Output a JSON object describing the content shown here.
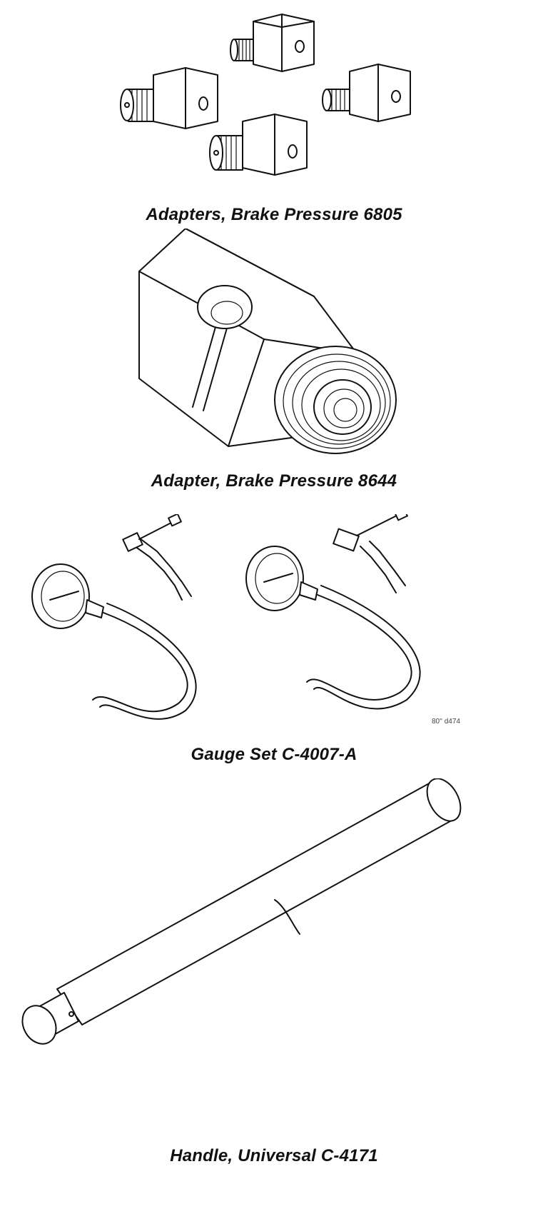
{
  "figures": [
    {
      "id": "adapters-6805",
      "caption": "Adapters, Brake Pressure 6805"
    },
    {
      "id": "adapter-8644",
      "caption": "Adapter, Brake Pressure 8644"
    },
    {
      "id": "gauge-set",
      "caption": "Gauge Set C-4007-A",
      "figure_code": "80'' d474"
    },
    {
      "id": "handle",
      "caption": "Handle, Universal C-4171"
    }
  ]
}
